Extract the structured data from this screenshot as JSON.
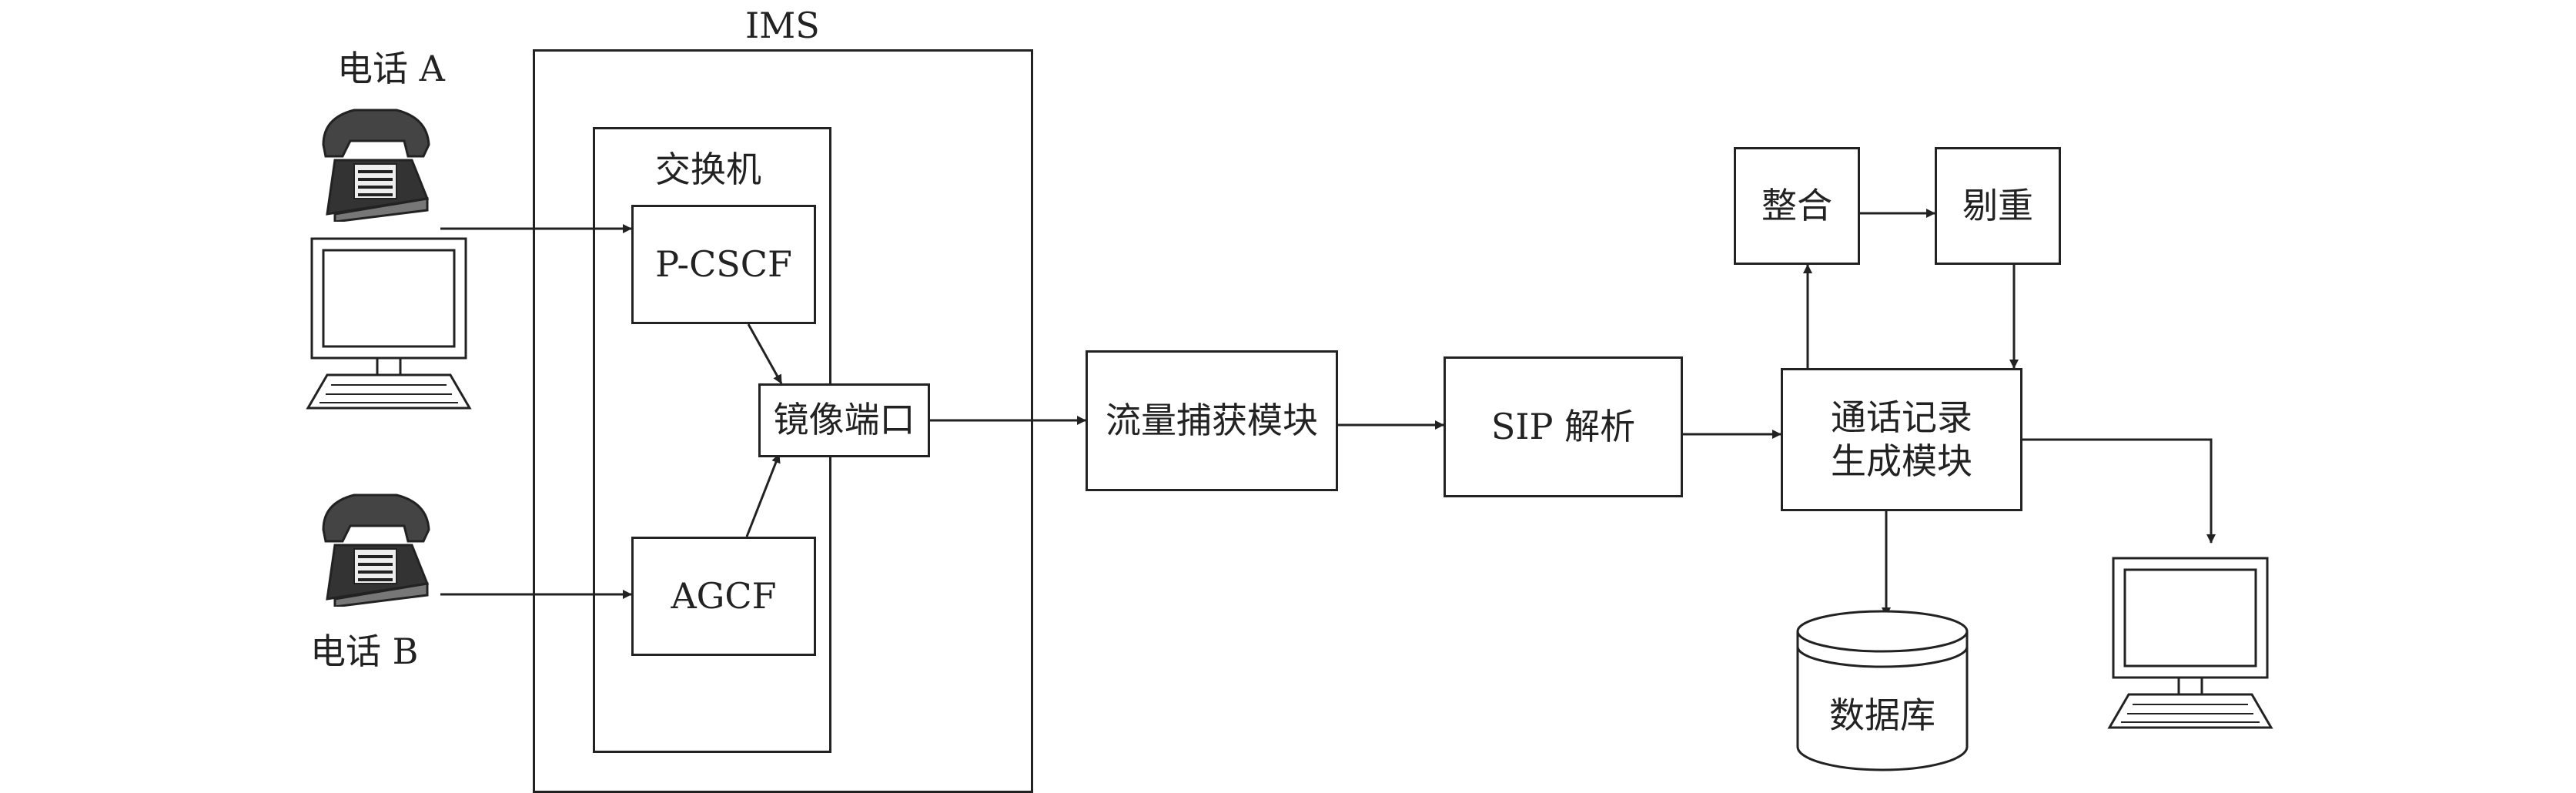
{
  "labels": {
    "ims": "IMS",
    "switch": "交换机",
    "phone_a": "电话 A",
    "phone_b": "电话 B"
  },
  "nodes": {
    "pcscf": "P-CSCF",
    "agcf": "AGCF",
    "mirror_port": "镜像端口",
    "capture": "流量捕获模块",
    "sip": "SIP 解析",
    "record": "通话记录\n生成模块",
    "merge": "整合",
    "dedup": "剔重",
    "database": "数据库"
  },
  "icons": [
    "telephone-icon",
    "telephone-icon",
    "computer-icon",
    "computer-icon",
    "database-cylinder-icon"
  ]
}
